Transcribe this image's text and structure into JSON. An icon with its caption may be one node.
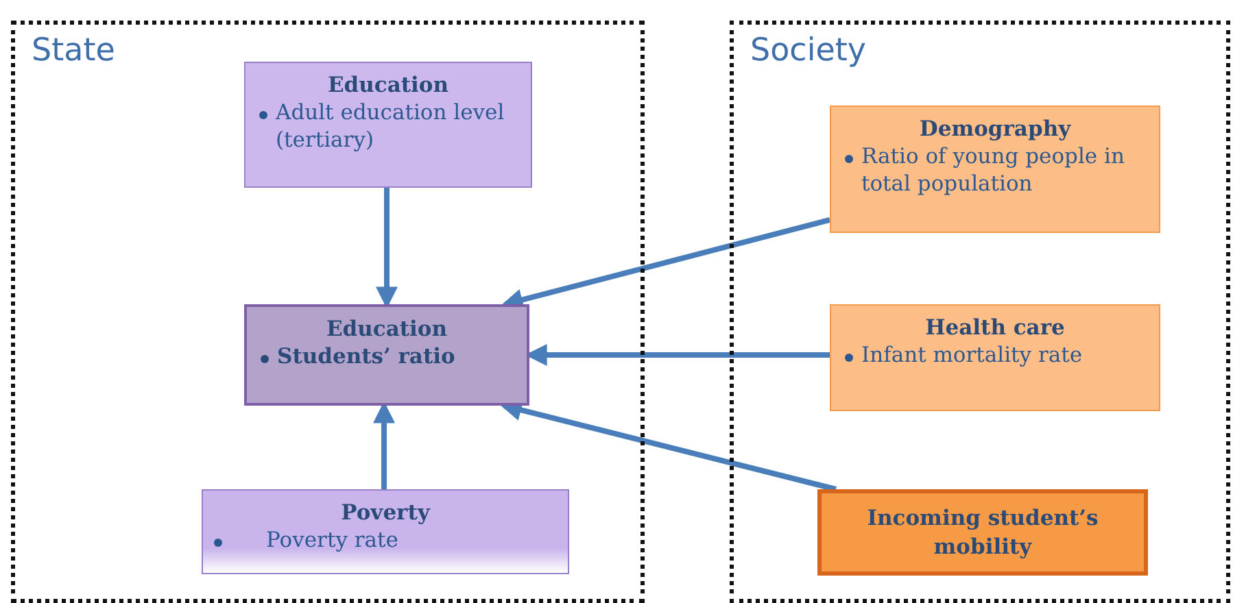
{
  "diagram": {
    "nodes": [
      {
        "text": [
          "State"
        ]
      },
      {
        "text": [
          "Education",
          "Adult education level (tertiary)"
        ],
        "in": 0
      },
      {
        "text": [
          "Education",
          "Students’ ratio"
        ],
        "in": 0
      },
      {
        "text": [
          "Poverty",
          "Poverty rate"
        ],
        "in": 0
      },
      {
        "text": [
          "Society"
        ]
      },
      {
        "text": [
          "Demography",
          "Ratio of young people in total population"
        ],
        "in": 4
      },
      {
        "text": [
          "Health care",
          "Infant mortality rate"
        ],
        "in": 4
      },
      {
        "text": [
          "Incoming student’s mobility"
        ],
        "in": 4
      }
    ],
    "edges": [
      {
        "from": 1,
        "to": 2,
        "arrow": "to"
      },
      {
        "from": 3,
        "to": 2,
        "arrow": "to"
      },
      {
        "from": 5,
        "to": 2,
        "arrow": "to"
      },
      {
        "from": 6,
        "to": 2,
        "arrow": "to"
      },
      {
        "from": 7,
        "to": 2,
        "arrow": "to"
      }
    ]
  }
}
